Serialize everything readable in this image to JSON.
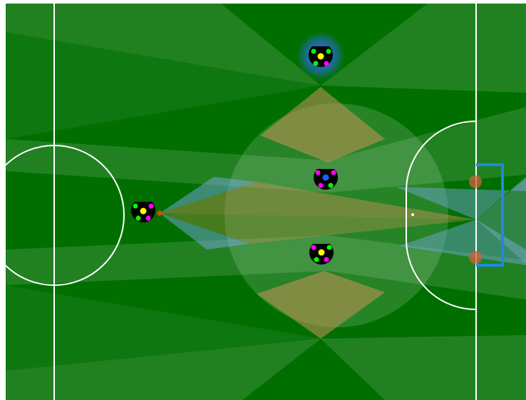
{
  "app": {
    "view": "soccer-simulation-field"
  },
  "colors": {
    "pitch": "#006f00",
    "pitch_light_band": "#2f8f2f",
    "line": "#ffffff",
    "goal_frame": "#1e88e5",
    "robot_body": "#000000",
    "marker_yellow": "#ffff00",
    "marker_green": "#00ff00",
    "marker_magenta": "#ff00ff",
    "marker_blue": "#1e5eff",
    "ball": "#ff3b00",
    "highlight_glow": "#2f6bff",
    "cone_orange": "#c9935a",
    "cone_blue": "#7aa8e6",
    "goal_post_marker": "#d2603a"
  },
  "robots": [
    {
      "id": "robot-top",
      "center_marker": "yellow",
      "highlighted": true
    },
    {
      "id": "robot-left-with-ball",
      "center_marker": "yellow",
      "highlighted": false
    },
    {
      "id": "robot-middle",
      "center_marker": "blue",
      "highlighted": false
    },
    {
      "id": "robot-bottom",
      "center_marker": "yellow",
      "highlighted": false
    }
  ],
  "ball": {
    "possession": "robot-left-with-ball"
  },
  "icons": {
    "robot": "robot-icon",
    "ball": "ball-icon",
    "goal": "goal-icon"
  }
}
